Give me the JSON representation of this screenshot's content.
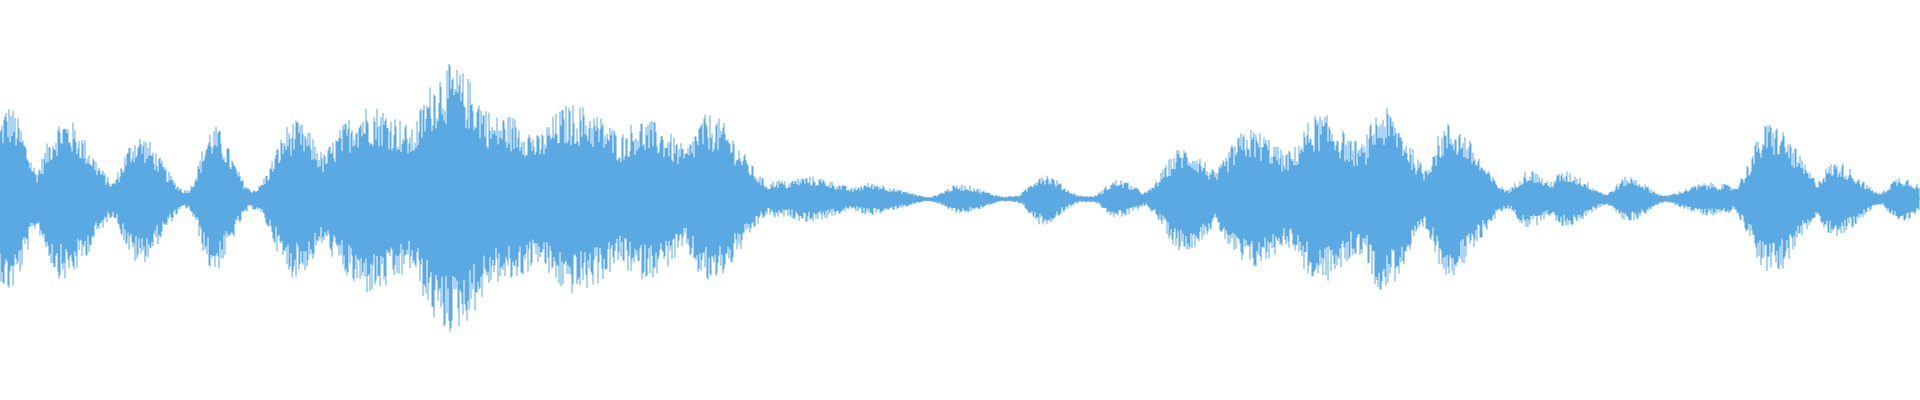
{
  "waveform": {
    "color": "#5aa9e3",
    "baseline_color": "#5aa9e3",
    "bursts": [
      {
        "t": 0.004,
        "amp": 0.58,
        "dur": 0.004
      },
      {
        "t": 0.033,
        "amp": 0.5,
        "dur": 0.006
      },
      {
        "t": 0.072,
        "amp": 0.4,
        "dur": 0.005
      },
      {
        "t": 0.111,
        "amp": 0.45,
        "dur": 0.004
      },
      {
        "t": 0.153,
        "amp": 0.48,
        "dur": 0.006
      },
      {
        "t": 0.192,
        "amp": 0.58,
        "dur": 0.012
      },
      {
        "t": 0.233,
        "amp": 0.82,
        "dur": 0.01
      },
      {
        "t": 0.262,
        "amp": 0.52,
        "dur": 0.01
      },
      {
        "t": 0.298,
        "amp": 0.58,
        "dur": 0.012
      },
      {
        "t": 0.334,
        "amp": 0.49,
        "dur": 0.01
      },
      {
        "t": 0.369,
        "amp": 0.52,
        "dur": 0.007
      },
      {
        "t": 0.405,
        "amp": 0.12,
        "dur": 0.004
      },
      {
        "t": 0.42,
        "amp": 0.14,
        "dur": 0.008
      },
      {
        "t": 0.453,
        "amp": 0.1,
        "dur": 0.006
      },
      {
        "t": 0.466,
        "amp": 0.06,
        "dur": 0.004
      },
      {
        "t": 0.5,
        "amp": 0.09,
        "dur": 0.005
      },
      {
        "t": 0.543,
        "amp": 0.16,
        "dur": 0.004
      },
      {
        "t": 0.582,
        "amp": 0.12,
        "dur": 0.004
      },
      {
        "t": 0.616,
        "amp": 0.32,
        "dur": 0.006
      },
      {
        "t": 0.651,
        "amp": 0.43,
        "dur": 0.008
      },
      {
        "t": 0.672,
        "amp": 0.3,
        "dur": 0.004
      },
      {
        "t": 0.687,
        "amp": 0.52,
        "dur": 0.008
      },
      {
        "t": 0.705,
        "amp": 0.36,
        "dur": 0.005
      },
      {
        "t": 0.72,
        "amp": 0.56,
        "dur": 0.006
      },
      {
        "t": 0.737,
        "amp": 0.24,
        "dur": 0.003
      },
      {
        "t": 0.755,
        "amp": 0.47,
        "dur": 0.006
      },
      {
        "t": 0.776,
        "amp": 0.08,
        "dur": 0.006
      },
      {
        "t": 0.796,
        "amp": 0.18,
        "dur": 0.004
      },
      {
        "t": 0.815,
        "amp": 0.17,
        "dur": 0.005
      },
      {
        "t": 0.848,
        "amp": 0.14,
        "dur": 0.004
      },
      {
        "t": 0.89,
        "amp": 0.1,
        "dur": 0.008
      },
      {
        "t": 0.922,
        "amp": 0.47,
        "dur": 0.006
      },
      {
        "t": 0.956,
        "amp": 0.23,
        "dur": 0.005
      },
      {
        "t": 0.99,
        "amp": 0.14,
        "dur": 0.004
      }
    ]
  }
}
